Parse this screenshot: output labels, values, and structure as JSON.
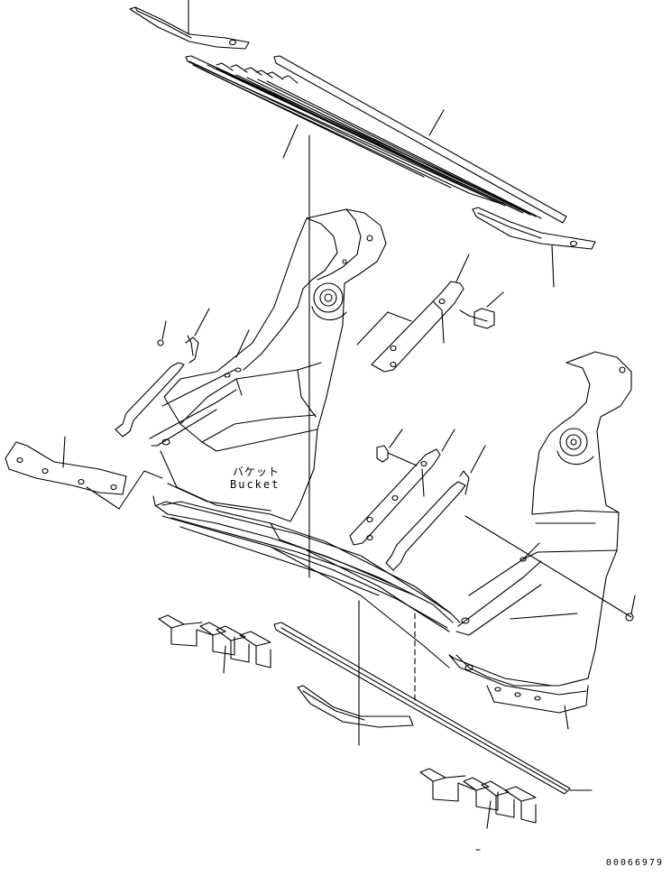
{
  "diagram": {
    "type": "exploded-parts-illustration",
    "labels": {
      "bucket_jp": "バケット",
      "bucket_en": "Bucket"
    },
    "figure_id": "00066979",
    "colors": {
      "line": "#000000",
      "background": "#ffffff"
    }
  }
}
